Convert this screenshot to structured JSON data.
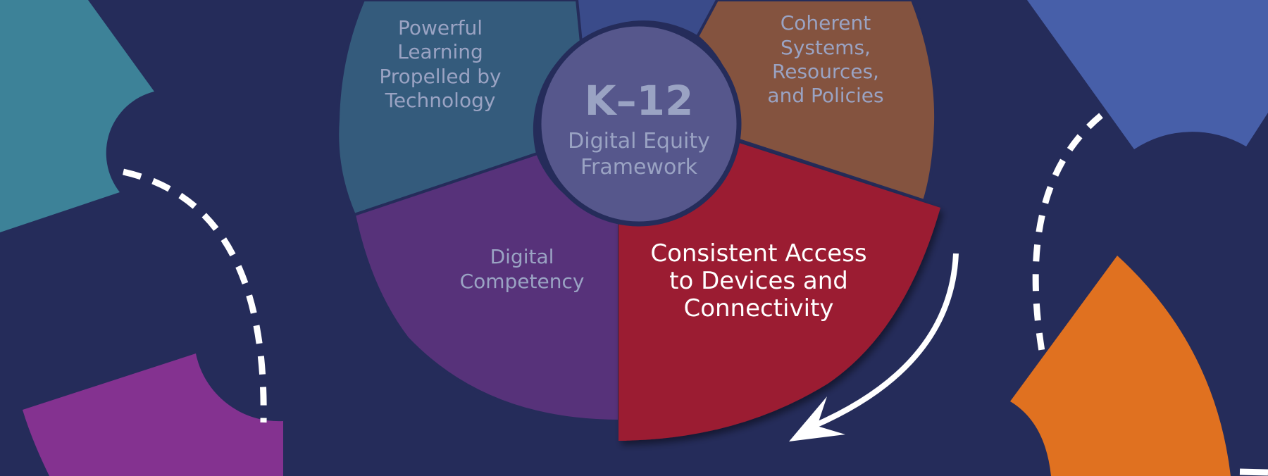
{
  "colors": {
    "background": "#252c5a",
    "powerful_learning": "#345b7c",
    "coherent_systems": "#84533f",
    "digital_competency": "#57327a",
    "consistent_access": "#9b1e30",
    "center_circle": "#56578c",
    "top_segment": "#3a4b8a",
    "teal_piece": "#3d8298",
    "blue_piece": "#475fa9",
    "purple_piece": "#843290",
    "orange_piece": "#e07120",
    "muted_text": "#9aa3c3"
  },
  "center": {
    "title": "K–12",
    "subtitle_line1": "Digital Equity",
    "subtitle_line2": "Framework"
  },
  "segments": {
    "powerful_learning": [
      "Powerful",
      "Learning",
      "Propelled by",
      "Technology"
    ],
    "coherent_systems": [
      "Coherent",
      "Systems,",
      "Resources,",
      "and Policies"
    ],
    "digital_competency": [
      "Digital",
      "Competency"
    ],
    "consistent_access": [
      "Consistent Access",
      "to Devices and",
      "Connectivity"
    ]
  }
}
